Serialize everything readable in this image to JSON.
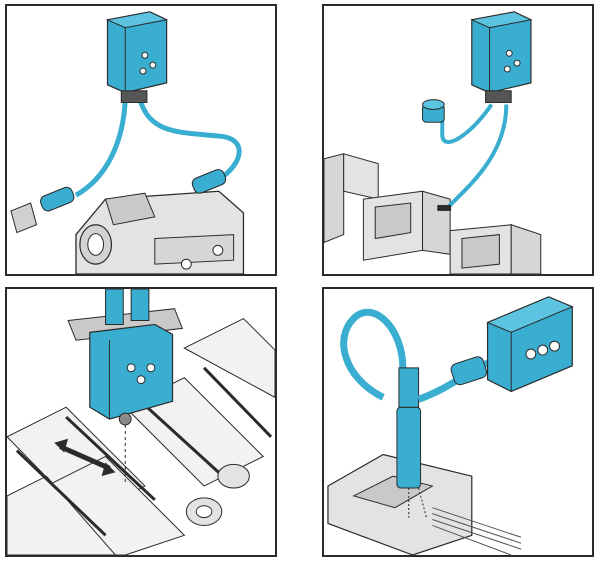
{
  "colors": {
    "sensor": "#3aaed0",
    "sensor_dark": "#1f86a8",
    "cable": "#3aaed0",
    "housing_light": "#e3e3e3",
    "housing_mid": "#c9c9c9",
    "outline": "#2b2b2b",
    "panel_border": "#2b2b2b",
    "background": "#ffffff"
  },
  "panels": [
    {
      "id": "fiber-optic-amplifier-on-machine-block",
      "icons": [
        "sensor-housing-icon",
        "fiber-optic-cable-icon",
        "reflector-plate-icon"
      ]
    },
    {
      "id": "sensor-with-cylindrical-probe-and-rail",
      "icons": [
        "sensor-housing-icon",
        "cylindrical-probe-icon",
        "cable-icon"
      ]
    },
    {
      "id": "sensor-over-roller-conveyor",
      "icons": [
        "sensor-housing-icon",
        "roller-conveyor-icon",
        "double-arrow-icon"
      ]
    },
    {
      "id": "sensor-with-looped-cable-and-connector",
      "icons": [
        "sensor-housing-icon",
        "looped-cable-icon",
        "connector-block-icon"
      ]
    }
  ]
}
